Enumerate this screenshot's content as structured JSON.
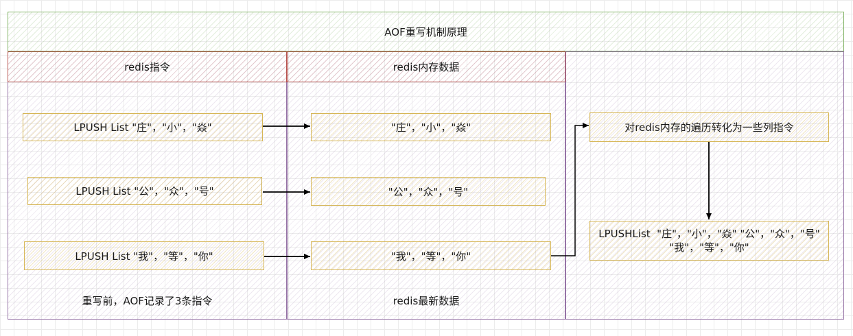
{
  "title": "AOF重写机制原理",
  "columns": {
    "commands": {
      "header": "redis指令",
      "items": [
        "LPUSH List \"庄\"，\"小\"，\"焱\"",
        "LPUSH List \"公\"，\"众\"，\"号\"",
        "LPUSH List \"我\"，\"等\"，\"你\""
      ],
      "footer": "重写前，AOF记录了3条指令"
    },
    "memory": {
      "header": "redis内存数据",
      "items": [
        "\"庄\"，\"小\"，\"焱\"",
        "\"公\"，\"众\"，\"号\"",
        "\"我\"，\"等\"，\"你\""
      ],
      "footer": "redis最新数据"
    },
    "rewrite": {
      "step": "对redis内存的遍历转化为一些列指令",
      "result_line1": "LPUSHList  \"庄\"，\"小\"，\"焱\" \"公\"，\"众\"，\"号\"",
      "result_line2": "\"我\"，\"等\"，\"你\""
    }
  },
  "colors": {
    "title_border": "#82b366",
    "column_border": "#9673a6",
    "header_border": "#b85450",
    "item_border": "#d6b656",
    "arrow": "#000000"
  }
}
